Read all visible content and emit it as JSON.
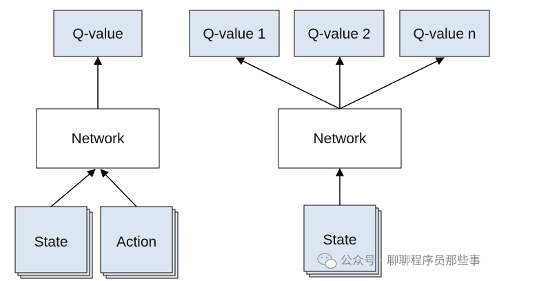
{
  "left_diagram": {
    "output_label": "Q-value",
    "network_label": "Network",
    "input_state_label": "State",
    "input_action_label": "Action"
  },
  "right_diagram": {
    "outputs": [
      "Q-value 1",
      "Q-value 2",
      "Q-value n"
    ],
    "network_label": "Network",
    "input_state_label": "State"
  },
  "watermark": {
    "text": "公众号 · 聊聊程序员那些事"
  },
  "colors": {
    "node_fill_blue": "#dce6f2",
    "node_fill_white": "#ffffff",
    "stroke": "#000000",
    "watermark": "#8a8a8a"
  }
}
